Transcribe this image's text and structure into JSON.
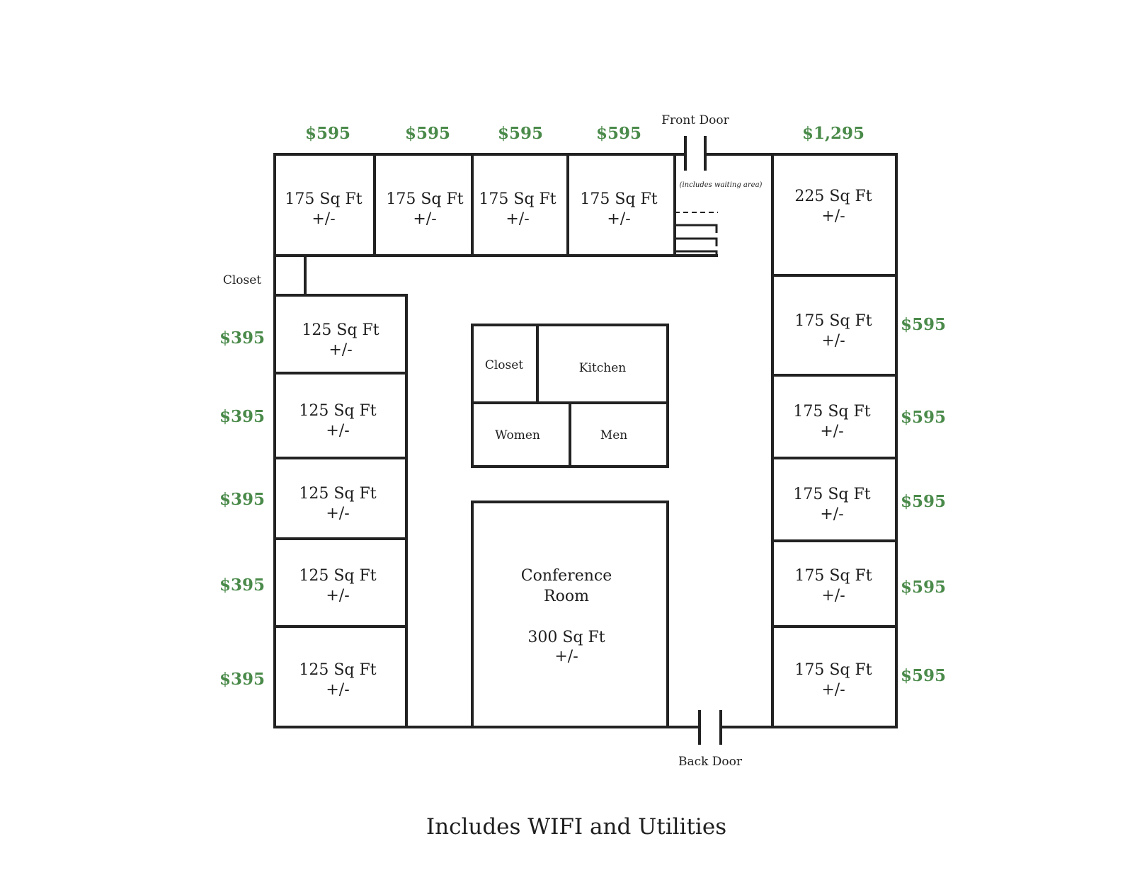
{
  "colors": {
    "price": "#4a8a4a",
    "wall": "#222222",
    "text": "#1e1e1e"
  },
  "top_offices": [
    {
      "price": "$595",
      "area": "175 Sq Ft",
      "tolerance": "+/-"
    },
    {
      "price": "$595",
      "area": "175 Sq Ft",
      "tolerance": "+/-"
    },
    {
      "price": "$595",
      "area": "175 Sq Ft",
      "tolerance": "+/-"
    },
    {
      "price": "$595",
      "area": "175 Sq Ft",
      "tolerance": "+/-"
    }
  ],
  "corner_office": {
    "price": "$1,295",
    "area": "225 Sq Ft",
    "tolerance": "+/-"
  },
  "left_offices": [
    {
      "price": "$395",
      "area": "125 Sq Ft",
      "tolerance": "+/-"
    },
    {
      "price": "$395",
      "area": "125 Sq Ft",
      "tolerance": "+/-"
    },
    {
      "price": "$395",
      "area": "125 Sq Ft",
      "tolerance": "+/-"
    },
    {
      "price": "$395",
      "area": "125 Sq Ft",
      "tolerance": "+/-"
    },
    {
      "price": "$395",
      "area": "125 Sq Ft",
      "tolerance": "+/-"
    }
  ],
  "right_offices": [
    {
      "price": "$595",
      "area": "175 Sq Ft",
      "tolerance": "+/-"
    },
    {
      "price": "$595",
      "area": "175 Sq Ft",
      "tolerance": "+/-"
    },
    {
      "price": "$595",
      "area": "175 Sq Ft",
      "tolerance": "+/-"
    },
    {
      "price": "$595",
      "area": "175 Sq Ft",
      "tolerance": "+/-"
    },
    {
      "price": "$595",
      "area": "175 Sq Ft",
      "tolerance": "+/-"
    }
  ],
  "labels": {
    "front_door": "Front Door",
    "back_door": "Back Door",
    "waiting_area": "(includes waiting area)",
    "left_closet": "Closet",
    "center_closet": "Closet",
    "kitchen": "Kitchen",
    "women": "Women",
    "men": "Men"
  },
  "conference_room": {
    "name_line1": "Conference",
    "name_line2": "Room",
    "area": "300 Sq Ft",
    "tolerance": "+/-"
  },
  "footer": "Includes WIFI and Utilities"
}
